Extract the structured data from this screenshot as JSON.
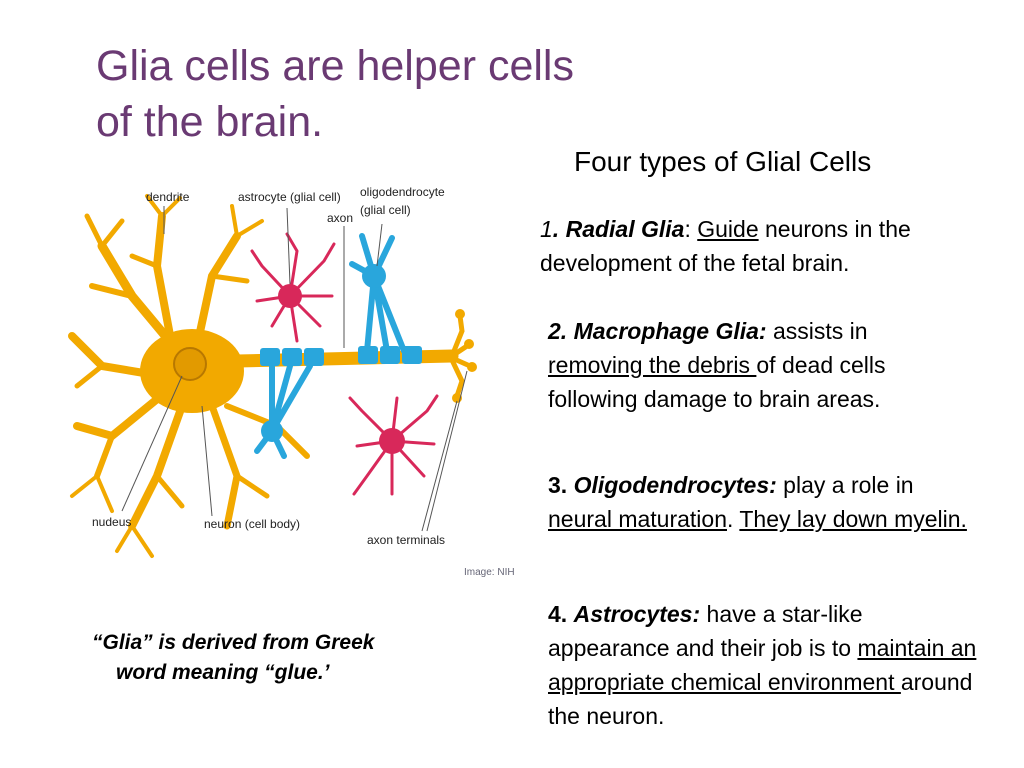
{
  "slide": {
    "title_line1": "Glia cells are helper cells",
    "title_line2": "of the brain.",
    "subtitle": "Four types of Glial Cells"
  },
  "items": [
    {
      "num": "1",
      "dot": ".",
      "name": "Radial Glia",
      "colon": ":",
      "u1": "Guide",
      "t1": " neurons in the development of the fetal brain."
    },
    {
      "num": "2.",
      "name": "Macrophage Glia",
      "colon": ":",
      "t0": " assists in",
      "u1": "removing the debris ",
      "t1": "of dead cells following damage to brain areas."
    },
    {
      "num": "3.",
      "name": "Oligodendrocytes",
      "colon": ":",
      "t0": " play a role in ",
      "u1": "neural maturation",
      "t1": ". ",
      "u2": "They lay down myelin."
    },
    {
      "num": "4.",
      "name": "Astrocytes",
      "colon": ":",
      "t0": " have a star-like appearance and their job is to ",
      "u1": "maintain an appropriate chemical environment ",
      "t1": "around the neuron."
    }
  ],
  "quote": {
    "line1": "“Glia” is derived from Greek",
    "line2": "word meaning “glue.’"
  },
  "figure": {
    "labels": {
      "dendrite": "dendrite",
      "astrocyte": "astrocyte (glial cell)",
      "oligo1": "oligodendrocyte",
      "oligo2": "(glial cell)",
      "axon": "axon",
      "nucleus": "nudeus",
      "neuron": "neuron (cell body)",
      "terminals": "axon terminals"
    },
    "credit": "Image: NIH",
    "colors": {
      "neuron": "#f2a900",
      "astrocyte": "#d8285a",
      "oligodendrocyte": "#29a6dc",
      "title": "#6a3a73"
    }
  }
}
